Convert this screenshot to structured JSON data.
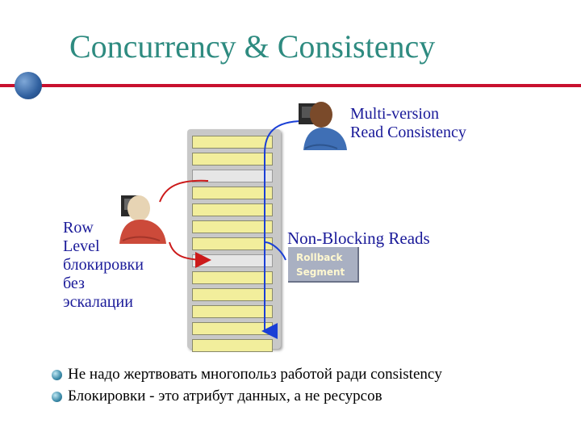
{
  "title": "Concurrency & Consistency",
  "labels": {
    "multiversion": [
      "Multi-version",
      "Read Consistency"
    ],
    "row_level": [
      "Row",
      "Level",
      "блокировки",
      "без",
      "эскалации"
    ],
    "non_blocking": "Non-Blocking Reads",
    "rollback": [
      "Rollback",
      "Segment"
    ]
  },
  "bullets": [
    "Не надо жертвовать многопольз работой ради consistency",
    "Блокировки - это атрибут данных, а не  ресурсов"
  ],
  "table": {
    "row_count": 13,
    "highlighted_rows": [
      2,
      7
    ]
  },
  "colors": {
    "title": "#2e8b80",
    "rule": "#c8102e",
    "label": "#1a1a99",
    "red_arrow": "#cc1a1a",
    "blue_arrow": "#1a3fd6"
  },
  "icons": [
    "globe-icon",
    "user-at-computer-blue-icon",
    "user-at-computer-red-icon",
    "bullet-sphere-icon"
  ]
}
